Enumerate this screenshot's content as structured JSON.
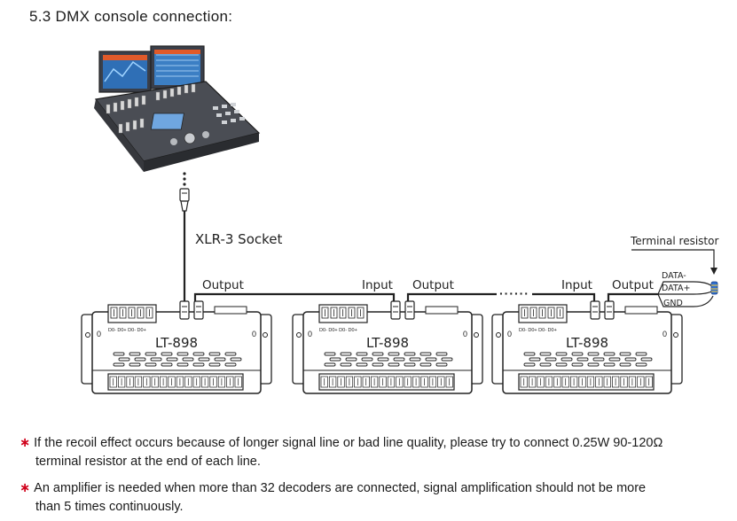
{
  "heading": "5.3 DMX console connection:",
  "diagram": {
    "socket_label": "XLR-3 Socket",
    "terminal_resistor_label": "Terminal resistor",
    "ellipsis": "······",
    "decoders": [
      {
        "model": "LT-898",
        "input_label": "",
        "output_label": "Output"
      },
      {
        "model": "LT-898",
        "input_label": "Input",
        "output_label": "Output"
      },
      {
        "model": "LT-898",
        "input_label": "Input",
        "output_label": "Output"
      }
    ],
    "terminal_labels": "D0- D0+ D0- D0+",
    "wires": {
      "data_minus": "DATA-",
      "data_plus": "DATA+",
      "gnd": "GND"
    }
  },
  "notes": [
    {
      "line1": "If the recoil effect occurs because of longer signal line or bad line quality, please try to connect 0.25W 90-120Ω",
      "line2": "terminal resistor at the end of each line."
    },
    {
      "line1": "An amplifier is needed when more than 32 decoders are connected, signal amplification should not be more",
      "line2": "than 5 times continuously."
    }
  ]
}
